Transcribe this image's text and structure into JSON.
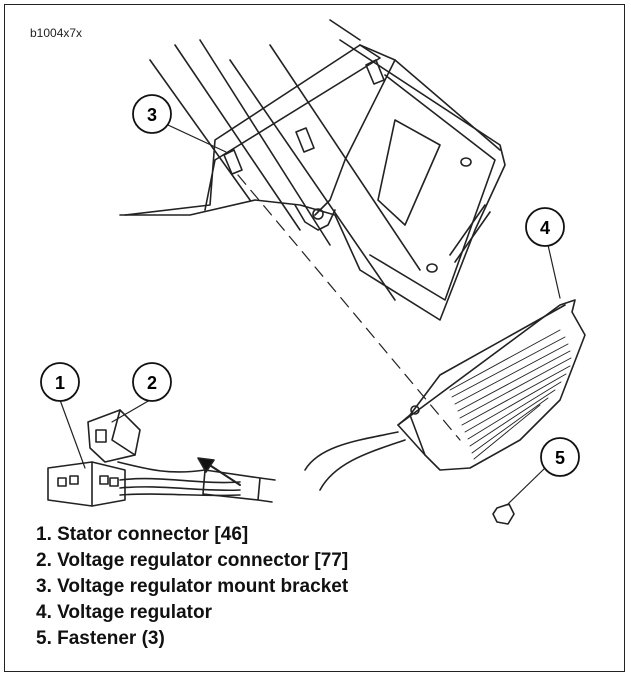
{
  "figure_id": "b1004x7x",
  "callouts": [
    "1",
    "2",
    "3",
    "4",
    "5"
  ],
  "legend": [
    "1. Stator connector [46]",
    "2. Voltage regulator connector [77]",
    "3. Voltage regulator mount bracket",
    "4. Voltage regulator",
    "5. Fastener (3)"
  ]
}
